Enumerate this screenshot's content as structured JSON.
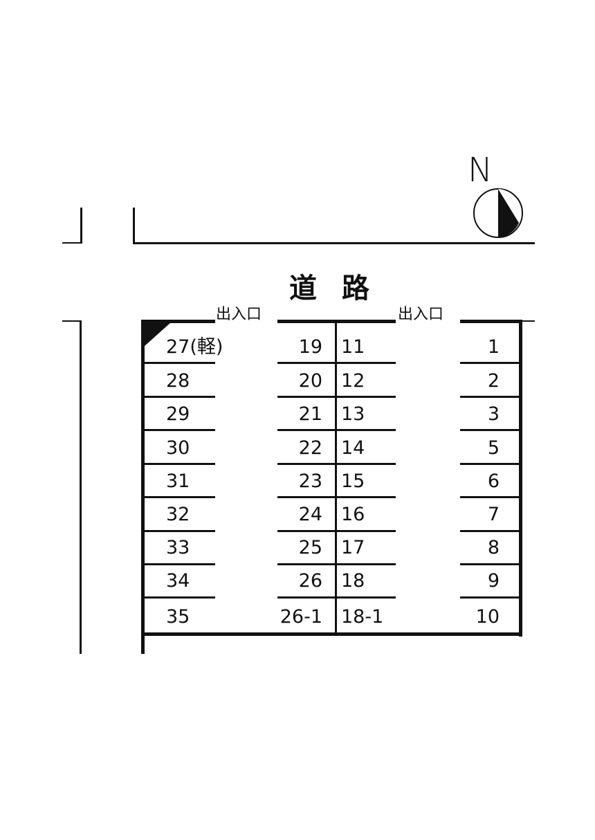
{
  "compass": {
    "letter": "N"
  },
  "road_label": "道路",
  "entrances": [
    "出入口",
    "出入口"
  ],
  "parking": {
    "col_a": [
      "27(軽)",
      "28",
      "29",
      "30",
      "31",
      "32",
      "33",
      "34",
      "35"
    ],
    "col_b": [
      "19",
      "20",
      "21",
      "22",
      "23",
      "24",
      "25",
      "26",
      "26-1"
    ],
    "col_c": [
      "11",
      "12",
      "13",
      "14",
      "15",
      "16",
      "17",
      "18",
      "18-1"
    ],
    "col_d": [
      "1",
      "2",
      "3",
      "5",
      "6",
      "7",
      "8",
      "9",
      "10"
    ]
  }
}
